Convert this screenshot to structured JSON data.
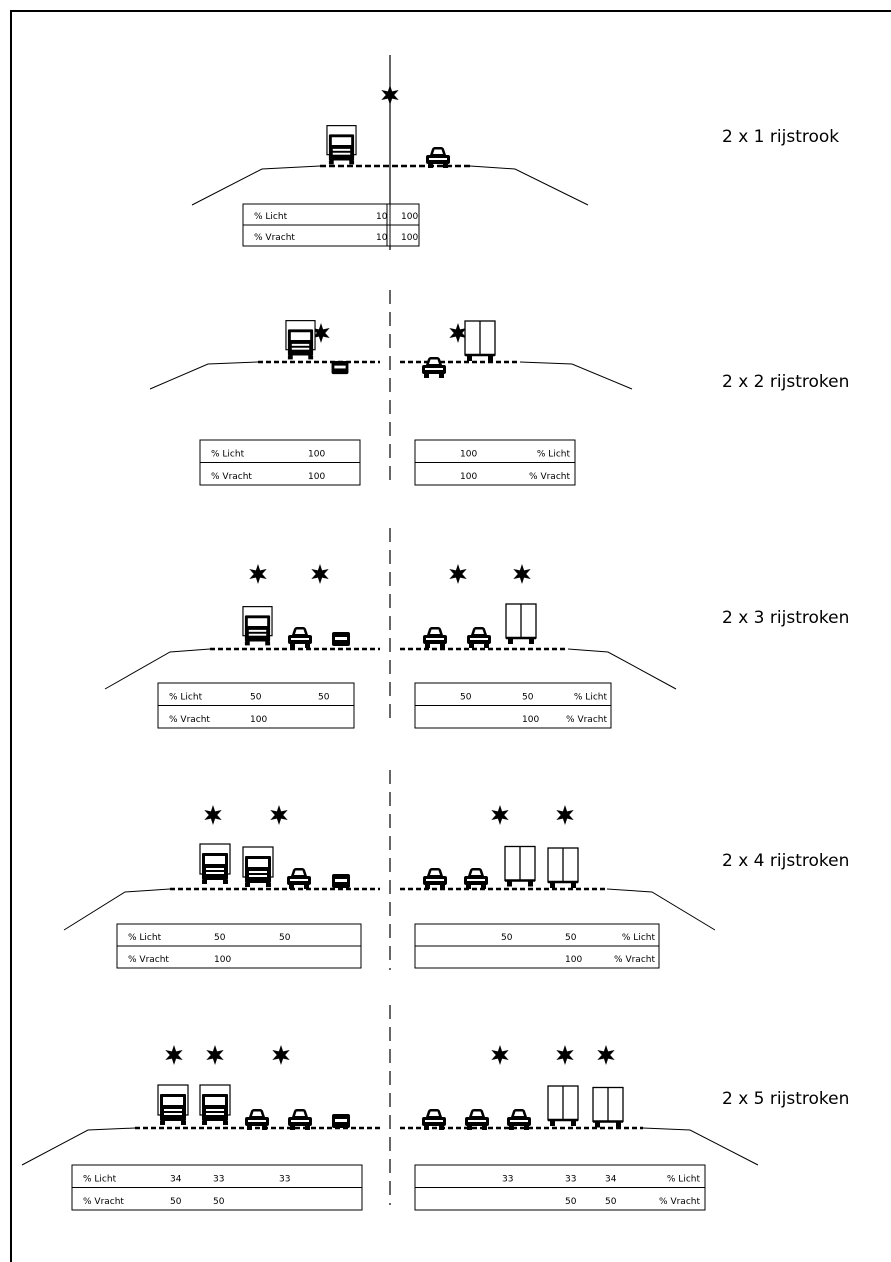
{
  "labels": {
    "light": "% Licht",
    "heavy": "% Vracht"
  },
  "sections": [
    {
      "id": "2x1",
      "title": "2 x 1 rijstrook",
      "left": {
        "light": [
          "100"
        ],
        "heavy": [
          "100"
        ]
      },
      "right": {
        "light": [
          "100"
        ],
        "heavy": [
          "100"
        ]
      }
    },
    {
      "id": "2x2",
      "title": "2 x 2 rijstroken",
      "left": {
        "light": [
          "100"
        ],
        "heavy": [
          "100"
        ]
      },
      "right": {
        "light": [
          "100"
        ],
        "heavy": [
          "100"
        ]
      }
    },
    {
      "id": "2x3",
      "title": "2 x 3 rijstroken",
      "left": {
        "light": [
          "50",
          "50"
        ],
        "heavy": [
          "100"
        ]
      },
      "right": {
        "light": [
          "50",
          "50"
        ],
        "heavy": [
          "100"
        ]
      }
    },
    {
      "id": "2x4",
      "title": "2 x 4 rijstroken",
      "left": {
        "light": [
          "50",
          "50"
        ],
        "heavy": [
          "100"
        ]
      },
      "right": {
        "light": [
          "50",
          "50"
        ],
        "heavy": [
          "100"
        ]
      }
    },
    {
      "id": "2x5",
      "title": "2 x 5 rijstroken",
      "left": {
        "light": [
          "34",
          "33",
          "33"
        ],
        "heavy": [
          "50",
          "50"
        ]
      },
      "right": {
        "light": [
          "33",
          "33",
          "34"
        ],
        "heavy": [
          "50",
          "50"
        ]
      }
    }
  ]
}
